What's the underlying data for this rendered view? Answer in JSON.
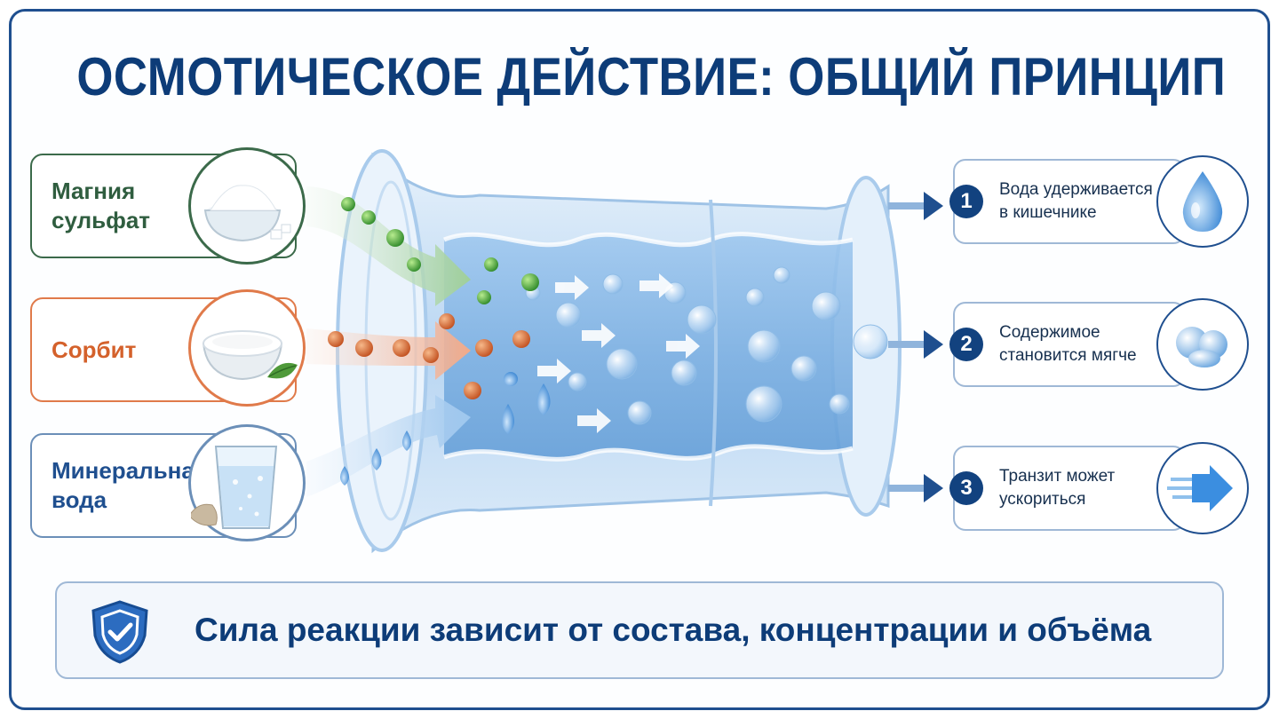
{
  "title": "ОСМОТИЧЕСКОЕ ДЕЙСТВИЕ: ОБЩИЙ ПРИНЦИП",
  "ingredients": [
    {
      "label": "Магния сульфат",
      "color": "#2f5d3f",
      "icon": "salt-bowl-icon"
    },
    {
      "label": "Сорбит",
      "color": "#d4612b",
      "icon": "powder-bowl-icon"
    },
    {
      "label": "Минеральная вода",
      "color": "#1f4f8f",
      "icon": "water-glass-icon"
    }
  ],
  "effects": [
    {
      "number": "1",
      "label": "Вода удерживается в кишечнике",
      "icon": "water-drop-icon"
    },
    {
      "number": "2",
      "label": "Содержимое становится мягче",
      "icon": "soft-spheres-icon"
    },
    {
      "number": "3",
      "label": "Транзит может ускориться",
      "icon": "speed-arrow-icon"
    }
  ],
  "footer": {
    "label": "Сила реакции зависит от состава, концентрации и объёма",
    "icon": "shield-check-icon"
  },
  "colors": {
    "primary": "#0d3c78",
    "green": "#4a9a3a",
    "orange": "#d4612b",
    "water": "#6aa8e0"
  }
}
